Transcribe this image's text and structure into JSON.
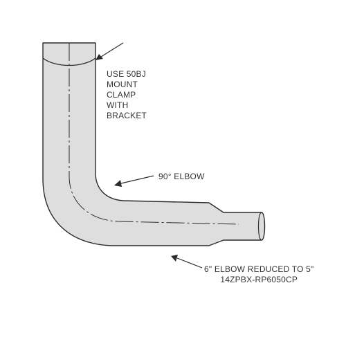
{
  "labels": {
    "mount_clamp": [
      "USE 50BJ",
      "MOUNT",
      "CLAMP",
      "WITH",
      "BRACKET"
    ],
    "elbow": "90° ELBOW",
    "reducer_line1": "6\" ELBOW REDUCED TO 5\"",
    "reducer_part_number": "14ZPBX-RP6050CP"
  },
  "colors": {
    "pipe_fill": "#dedede",
    "outline": "#2b2b2b",
    "background": "#ffffff"
  }
}
